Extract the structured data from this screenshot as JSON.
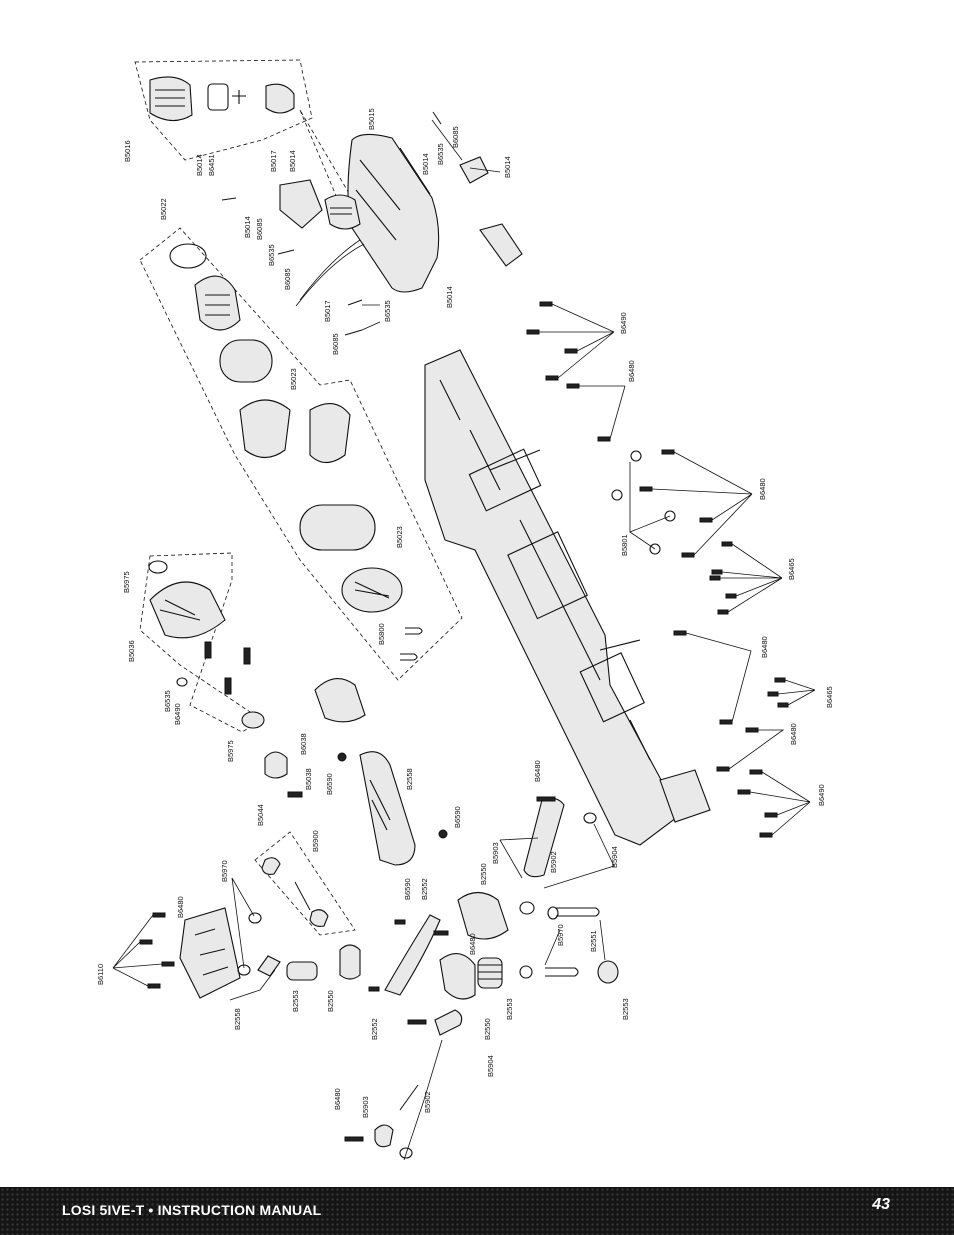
{
  "footer": {
    "title": "LOSI 5IVE-T • INSTRUCTION MANUAL",
    "page_number": "43"
  },
  "part_labels": [
    "B5016",
    "B5015",
    "B6535",
    "B6085",
    "B5014",
    "B6451",
    "B5017",
    "B5014",
    "B5014",
    "B5014",
    "B6085",
    "B5022",
    "B5014",
    "B6535",
    "B6085",
    "B5017",
    "B6535",
    "B6085",
    "B5014",
    "B6490",
    "B6480",
    "B5023",
    "B5023",
    "B5800",
    "B5801",
    "B6480",
    "B6465",
    "B6480",
    "B6465",
    "B6480",
    "B6490",
    "B5975",
    "B5036",
    "B6535",
    "B6490",
    "B5975",
    "B6038",
    "B5038",
    "B5044",
    "B6590",
    "B2558",
    "B6590",
    "B6480",
    "B5900",
    "B5903",
    "B5902",
    "B5904",
    "B5970",
    "B6480",
    "B6110",
    "B2558",
    "B2553",
    "B2550",
    "B6590",
    "B2552",
    "B2550",
    "B6480",
    "B2553",
    "B5970",
    "B2551",
    "B2553",
    "B2552",
    "B2550",
    "B5904",
    "B6480",
    "B5903",
    "B5902"
  ]
}
